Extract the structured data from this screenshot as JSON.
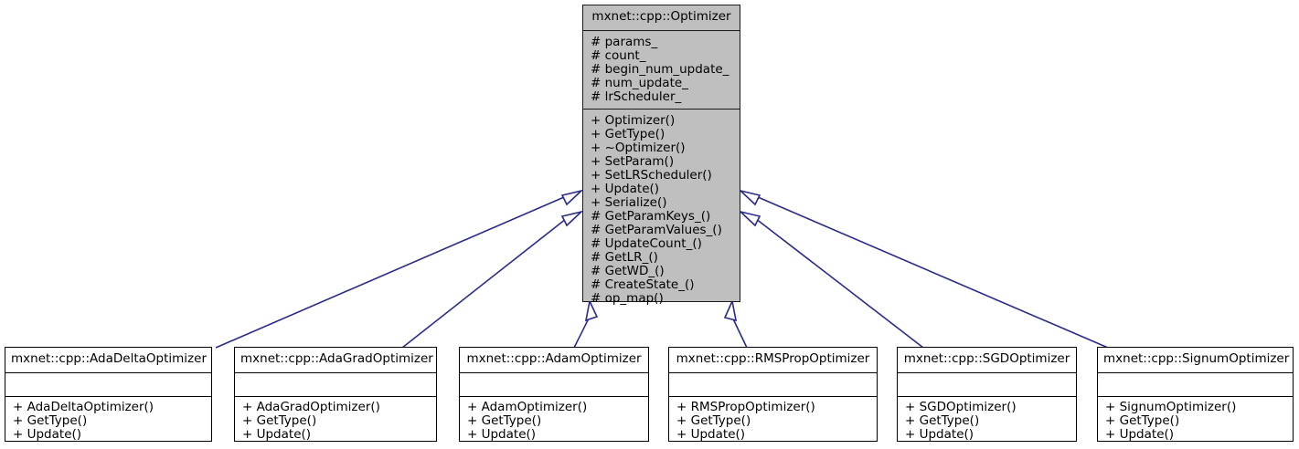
{
  "diagram": {
    "type": "uml-class-inheritance",
    "edge_color": "#2a2a8c",
    "parent_fill": "#bfbfbf",
    "child_fill": "#ffffff",
    "border_color": "#000000"
  },
  "parent": {
    "name": "mxnet::cpp::Optimizer",
    "attributes": [
      "# params_",
      "# count_",
      "# begin_num_update_",
      "# num_update_",
      "# lrScheduler_"
    ],
    "methods": [
      "+ Optimizer()",
      "+ GetType()",
      "+ ~Optimizer()",
      "+ SetParam()",
      "+ SetLRScheduler()",
      "+ Update()",
      "+ Serialize()",
      "# GetParamKeys_()",
      "# GetParamValues_()",
      "# UpdateCount_()",
      "# GetLR_()",
      "# GetWD_()",
      "# CreateState_()",
      "# op_map()"
    ]
  },
  "children": [
    {
      "name": "mxnet::cpp::AdaDeltaOptimizer",
      "attributes": [],
      "methods": [
        "+ AdaDeltaOptimizer()",
        "+ GetType()",
        "+ Update()"
      ]
    },
    {
      "name": "mxnet::cpp::AdaGradOptimizer",
      "attributes": [],
      "methods": [
        "+ AdaGradOptimizer()",
        "+ GetType()",
        "+ Update()"
      ]
    },
    {
      "name": "mxnet::cpp::AdamOptimizer",
      "attributes": [],
      "methods": [
        "+ AdamOptimizer()",
        "+ GetType()",
        "+ Update()"
      ]
    },
    {
      "name": "mxnet::cpp::RMSPropOptimizer",
      "attributes": [],
      "methods": [
        "+ RMSPropOptimizer()",
        "+ GetType()",
        "+ Update()"
      ]
    },
    {
      "name": "mxnet::cpp::SGDOptimizer",
      "attributes": [],
      "methods": [
        "+ SGDOptimizer()",
        "+ GetType()",
        "+ Update()"
      ]
    },
    {
      "name": "mxnet::cpp::SignumOptimizer",
      "attributes": [],
      "methods": [
        "+ SignumOptimizer()",
        "+ GetType()",
        "+ Update()"
      ]
    }
  ]
}
